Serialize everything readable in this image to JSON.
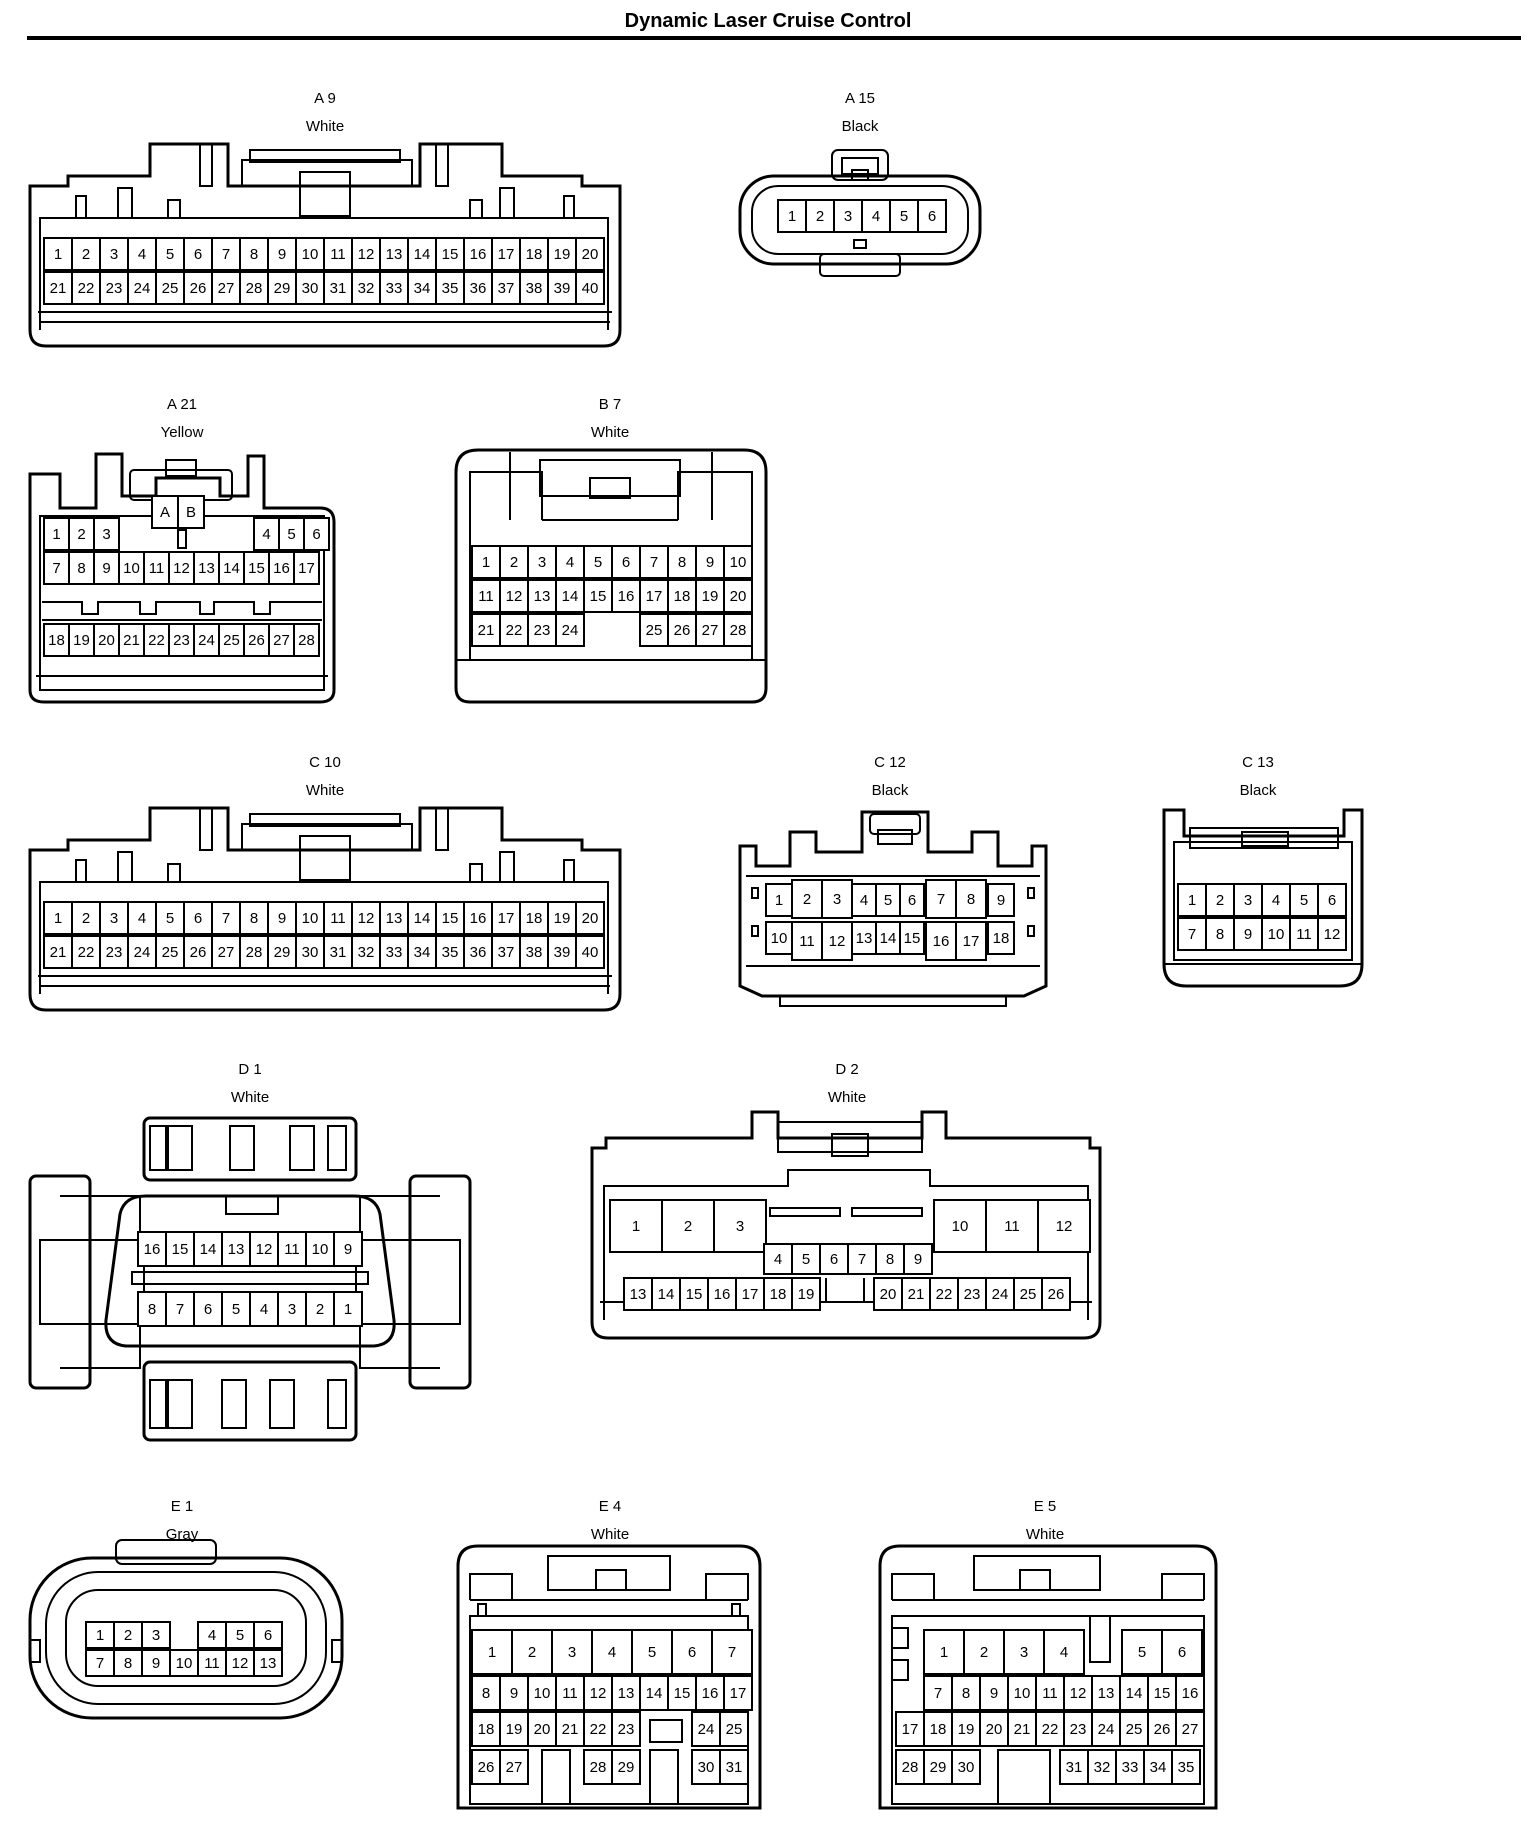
{
  "title": "Dynamic Laser Cruise Control",
  "connectors": [
    {
      "id": "a9",
      "name": "A 9",
      "color": "White",
      "rows": [
        [
          "1",
          "2",
          "3",
          "4",
          "5",
          "6",
          "7",
          "8",
          "9",
          "10",
          "11",
          "12",
          "13",
          "14",
          "15",
          "16",
          "17",
          "18",
          "19",
          "20"
        ],
        [
          "21",
          "22",
          "23",
          "24",
          "25",
          "26",
          "27",
          "28",
          "29",
          "30",
          "31",
          "32",
          "33",
          "34",
          "35",
          "36",
          "37",
          "38",
          "39",
          "40"
        ]
      ]
    },
    {
      "id": "a15",
      "name": "A 15",
      "color": "Black",
      "rows": [
        [
          "1",
          "2",
          "3",
          "4",
          "5",
          "6"
        ]
      ]
    },
    {
      "id": "a21",
      "name": "A 21",
      "color": "Yellow",
      "rows": [
        [
          "A",
          "B"
        ],
        [
          "1",
          "2",
          "3",
          "4",
          "5",
          "6"
        ],
        [
          "7",
          "8",
          "9",
          "10",
          "11",
          "12",
          "13",
          "14",
          "15",
          "16",
          "17"
        ],
        [
          "18",
          "19",
          "20",
          "21",
          "22",
          "23",
          "24",
          "25",
          "26",
          "27",
          "28"
        ]
      ]
    },
    {
      "id": "b7",
      "name": "B 7",
      "color": "White",
      "rows": [
        [
          "1",
          "2",
          "3",
          "4",
          "5",
          "6",
          "7",
          "8",
          "9",
          "10"
        ],
        [
          "11",
          "12",
          "13",
          "14",
          "15",
          "16",
          "17",
          "18",
          "19",
          "20"
        ],
        [
          "21",
          "22",
          "23",
          "24",
          "25",
          "26",
          "27",
          "28"
        ]
      ]
    },
    {
      "id": "c10",
      "name": "C 10",
      "color": "White",
      "rows": [
        [
          "1",
          "2",
          "3",
          "4",
          "5",
          "6",
          "7",
          "8",
          "9",
          "10",
          "11",
          "12",
          "13",
          "14",
          "15",
          "16",
          "17",
          "18",
          "19",
          "20"
        ],
        [
          "21",
          "22",
          "23",
          "24",
          "25",
          "26",
          "27",
          "28",
          "29",
          "30",
          "31",
          "32",
          "33",
          "34",
          "35",
          "36",
          "37",
          "38",
          "39",
          "40"
        ]
      ]
    },
    {
      "id": "c12",
      "name": "C 12",
      "color": "Black",
      "rows": [
        [
          "1",
          "2",
          "3",
          "4",
          "5",
          "6",
          "7",
          "8",
          "9"
        ],
        [
          "10",
          "11",
          "12",
          "13",
          "14",
          "15",
          "16",
          "17",
          "18"
        ]
      ]
    },
    {
      "id": "c13",
      "name": "C 13",
      "color": "Black",
      "rows": [
        [
          "1",
          "2",
          "3",
          "4",
          "5",
          "6"
        ],
        [
          "7",
          "8",
          "9",
          "10",
          "11",
          "12"
        ]
      ]
    },
    {
      "id": "d1",
      "name": "D 1",
      "color": "White",
      "rows": [
        [
          "16",
          "15",
          "14",
          "13",
          "12",
          "11",
          "10",
          "9"
        ],
        [
          "8",
          "7",
          "6",
          "5",
          "4",
          "3",
          "2",
          "1"
        ]
      ]
    },
    {
      "id": "d2",
      "name": "D 2",
      "color": "White",
      "rows": [
        [
          "1",
          "2",
          "3",
          "10",
          "11",
          "12"
        ],
        [
          "4",
          "5",
          "6",
          "7",
          "8",
          "9"
        ],
        [
          "13",
          "14",
          "15",
          "16",
          "17",
          "18",
          "19",
          "20",
          "21",
          "22",
          "23",
          "24",
          "25",
          "26"
        ]
      ]
    },
    {
      "id": "e1",
      "name": "E 1",
      "color": "Gray",
      "rows": [
        [
          "1",
          "2",
          "3",
          "4",
          "5",
          "6"
        ],
        [
          "7",
          "8",
          "9",
          "10",
          "11",
          "12",
          "13"
        ]
      ]
    },
    {
      "id": "e4",
      "name": "E 4",
      "color": "White",
      "rows": [
        [
          "1",
          "2",
          "3",
          "4",
          "5",
          "6",
          "7"
        ],
        [
          "8",
          "9",
          "10",
          "11",
          "12",
          "13",
          "14",
          "15",
          "16",
          "17"
        ],
        [
          "18",
          "19",
          "20",
          "21",
          "22",
          "23",
          "24",
          "25"
        ],
        [
          "26",
          "27",
          "28",
          "29",
          "30",
          "31"
        ]
      ]
    },
    {
      "id": "e5",
      "name": "E 5",
      "color": "White",
      "rows": [
        [
          "1",
          "2",
          "3",
          "4",
          "5",
          "6"
        ],
        [
          "7",
          "8",
          "9",
          "10",
          "11",
          "12",
          "13",
          "14",
          "15",
          "16"
        ],
        [
          "17",
          "18",
          "19",
          "20",
          "21",
          "22",
          "23",
          "24",
          "25",
          "26",
          "27"
        ],
        [
          "28",
          "29",
          "30",
          "31",
          "32",
          "33",
          "34",
          "35"
        ]
      ]
    }
  ]
}
